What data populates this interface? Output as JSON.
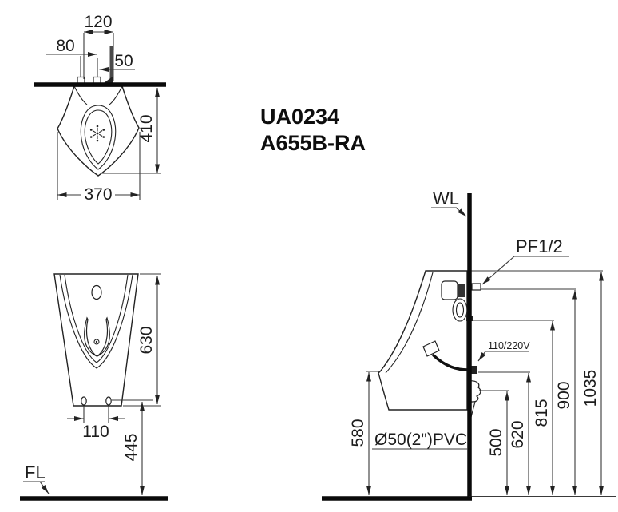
{
  "title": {
    "model": "UA0234",
    "variant": "A655B-RA"
  },
  "top_view": {
    "dims": {
      "inlet_spacing": "120",
      "left_offset": "80",
      "inlet_offset": "50",
      "depth": "410",
      "width": "370"
    }
  },
  "front_view": {
    "dims": {
      "height": "630",
      "bolt_spacing": "110",
      "bolt_height": "445"
    },
    "floor_label": "FL"
  },
  "side_view": {
    "wall_label": "WL",
    "inlet_label": "PF1/2",
    "power_label": "110/220V",
    "drain_label": "Ø50(2\")PVC",
    "dims": {
      "body_bottom": "580",
      "drain": "500",
      "power": "620",
      "spud": "815",
      "inlet": "900",
      "overall": "1035"
    }
  },
  "colors": {
    "line": "#222222",
    "heavy": "#0a0a0a",
    "background": "#ffffff"
  }
}
